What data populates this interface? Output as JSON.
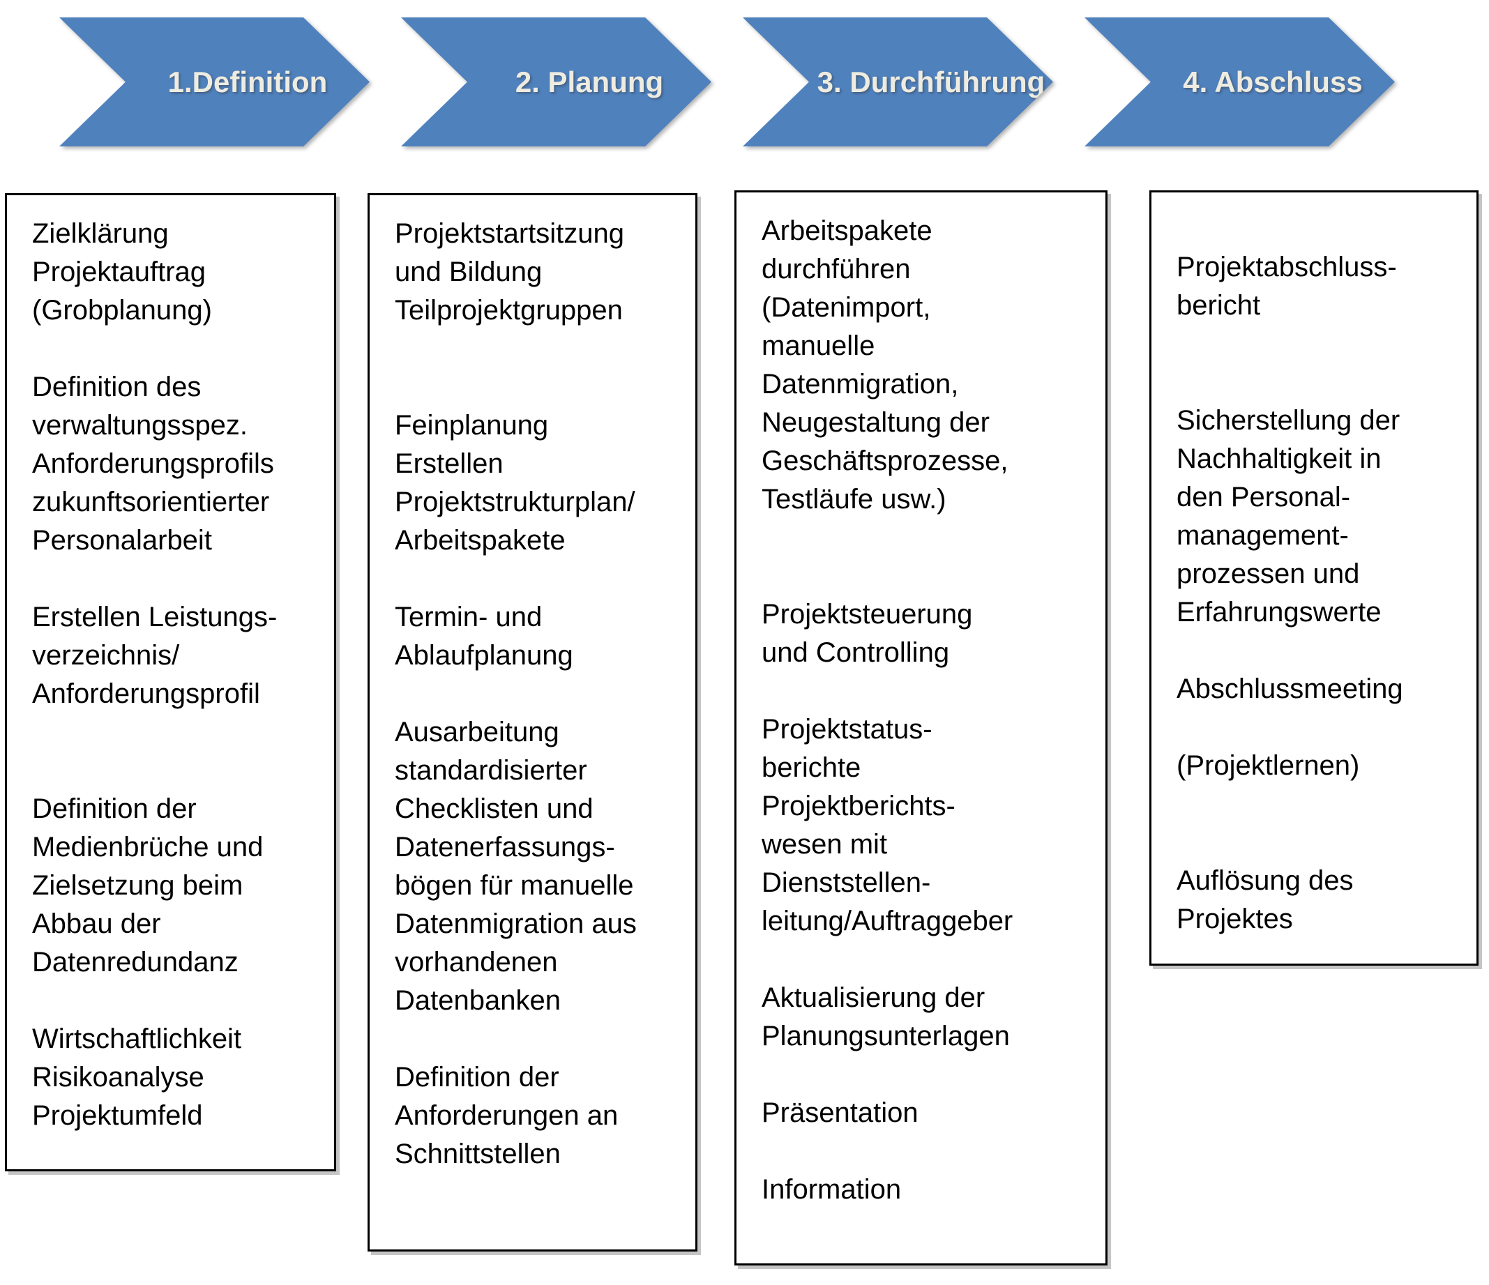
{
  "diagram": {
    "phases": [
      {
        "label": "1.Definition",
        "items": [
          "Zielklärung\nProjektauftrag\n(Grobplanung)",
          "Definition des\nverwaltungsspez.\nAnforderungsprofils\nzukunftsorientierter\nPersonalarbeit",
          "Erstellen Leistungs-\nverzeichnis/\nAnforderungsprofil",
          "Definition der\nMedienbrüche und\nZielsetzung beim\nAbbau der\nDatenredundanz",
          "Wirtschaftlichkeit\nRisikoanalyse\nProjektumfeld"
        ]
      },
      {
        "label": "2. Planung",
        "items": [
          "Projektstartsitzung\nund Bildung\nTeilprojektgruppen",
          "Feinplanung\nErstellen\nProjektstrukturplan/\nArbeitspakete",
          "Termin- und\nAblaufplanung",
          "Ausarbeitung\nstandardisierter\nChecklisten und\nDatenerfassungs-\nbögen für manuelle\nDatenmigration aus\nvorhandenen\nDatenbanken",
          "Definition der\nAnforderungen an\nSchnittstellen"
        ]
      },
      {
        "label": "3. Durchführung",
        "items": [
          "Arbeitspakete\ndurchführen\n(Datenimport,\nmanuelle\nDatenmigration,\nNeugestaltung der\nGeschäftsprozesse,\nTestläufe usw.)",
          "Projektsteuerung\nund Controlling",
          "Projektstatus-\nberichte\nProjektberichts-\nwesen mit\nDienststellen-\nleitung/Auftraggeber",
          "Aktualisierung der\nPlanungsunterlagen",
          "Präsentation",
          "Information"
        ]
      },
      {
        "label": "4. Abschluss",
        "items": [
          "Projektabschluss-\nbericht",
          "Sicherstellung der\nNachhaltigkeit in\nden Personal-\nmanagement-\nprozessen und\nErfahrungswerte",
          "Abschlussmeeting",
          "(Projektlernen)",
          "Auflösung des\nProjektes"
        ]
      }
    ]
  },
  "colors": {
    "arrow_fill": "#4f81bd",
    "arrow_text": "#eeece1",
    "box_border": "#000000",
    "body_text": "#000000",
    "background": "#ffffff"
  }
}
